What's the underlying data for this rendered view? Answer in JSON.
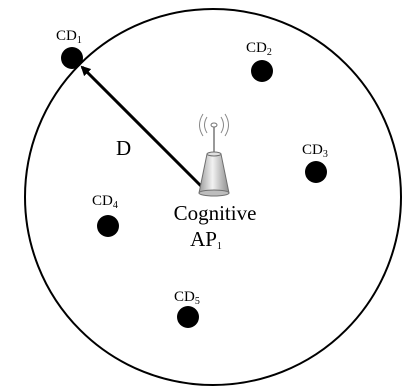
{
  "devices": [
    {
      "id": "CD",
      "sub": "1"
    },
    {
      "id": "CD",
      "sub": "2"
    },
    {
      "id": "CD",
      "sub": "3"
    },
    {
      "id": "CD",
      "sub": "4"
    },
    {
      "id": "CD",
      "sub": "5"
    }
  ],
  "distance_label": "D",
  "access_point": {
    "line1": "Cognitive",
    "line2_main": "AP",
    "line2_sub": "1"
  }
}
